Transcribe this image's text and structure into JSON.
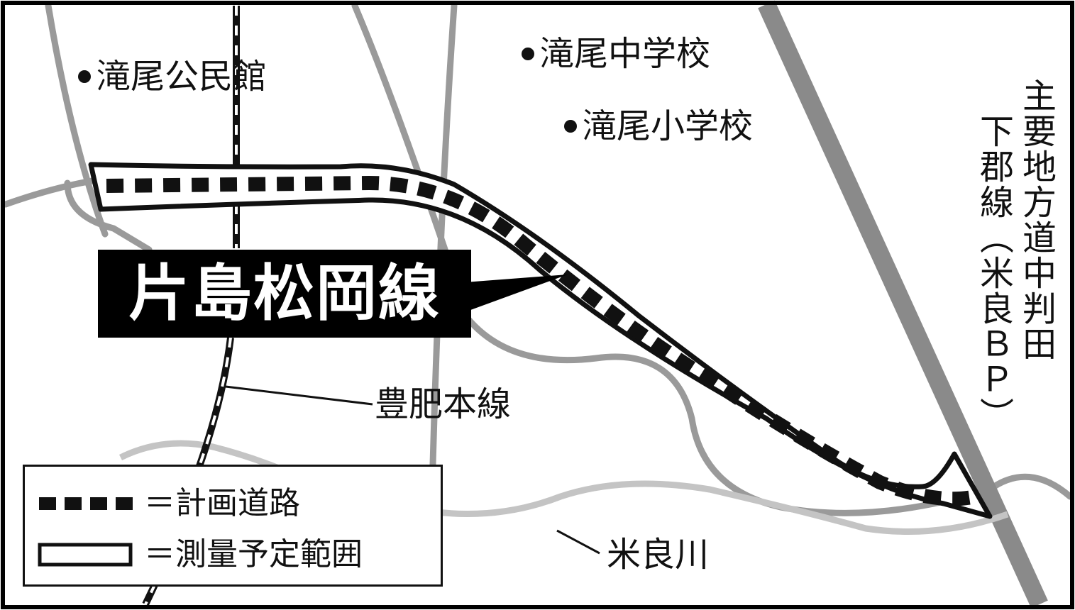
{
  "title": "片島松岡線",
  "pois": {
    "community_hall": "滝尾公民館",
    "junior_high": "滝尾中学校",
    "elementary": "滝尾小学校"
  },
  "rail_label": "豊肥本線",
  "river_label": "米良川",
  "bypass_label": {
    "line1": "主要地方道中判田",
    "line2": "下郡線（米良ＢＰ）"
  },
  "legend": {
    "planned_road": "＝計画道路",
    "survey_area": "＝測量予定範囲"
  },
  "colors": {
    "major_road": "#8c8c8c",
    "minor_road": "#9a9a9a",
    "river": "#c4c4c4",
    "ink": "#111111"
  }
}
